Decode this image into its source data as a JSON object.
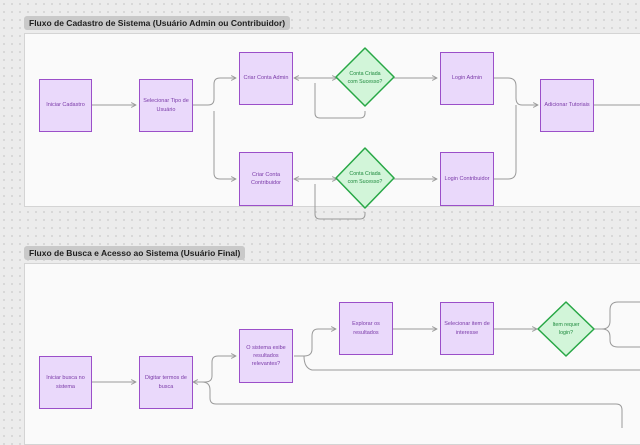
{
  "sections": {
    "signup_title": "Fluxo de Cadastro de Sistema (Usuário Admin ou Contribuidor)",
    "search_title": "Fluxo de Busca e Acesso ao Sistema (Usuário Final)"
  },
  "signup_flow": {
    "start": "Iniciar Cadastro",
    "select_user_type": "Selecionar Tipo de Usuário",
    "create_admin": "Criar Conta Admin",
    "admin_decision": "Conta Criada com Sucesso?",
    "login_admin": "Login Admin",
    "add_tutorials": "Adicionar Tutoriais",
    "create_contributor": "Criar Conta Contribuidor",
    "contributor_decision": "Conta Criada com Sucesso?",
    "login_contributor": "Login Contribuidor"
  },
  "search_flow": {
    "start": "Iniciar busca no sistema",
    "type_terms": "Digitar termos de busca",
    "shows_results": "O sistema exibe resultados relevantes?",
    "explore_results": "Explorar os resultados",
    "select_item": "Selecionar item de interesse",
    "requires_login": "Item requer login?"
  },
  "colors": {
    "process_fill": "#ead9fb",
    "process_border": "#9b4fc9",
    "decision_fill": "#d2f5d9",
    "decision_border": "#27a745",
    "connector": "#9a9a9a"
  }
}
